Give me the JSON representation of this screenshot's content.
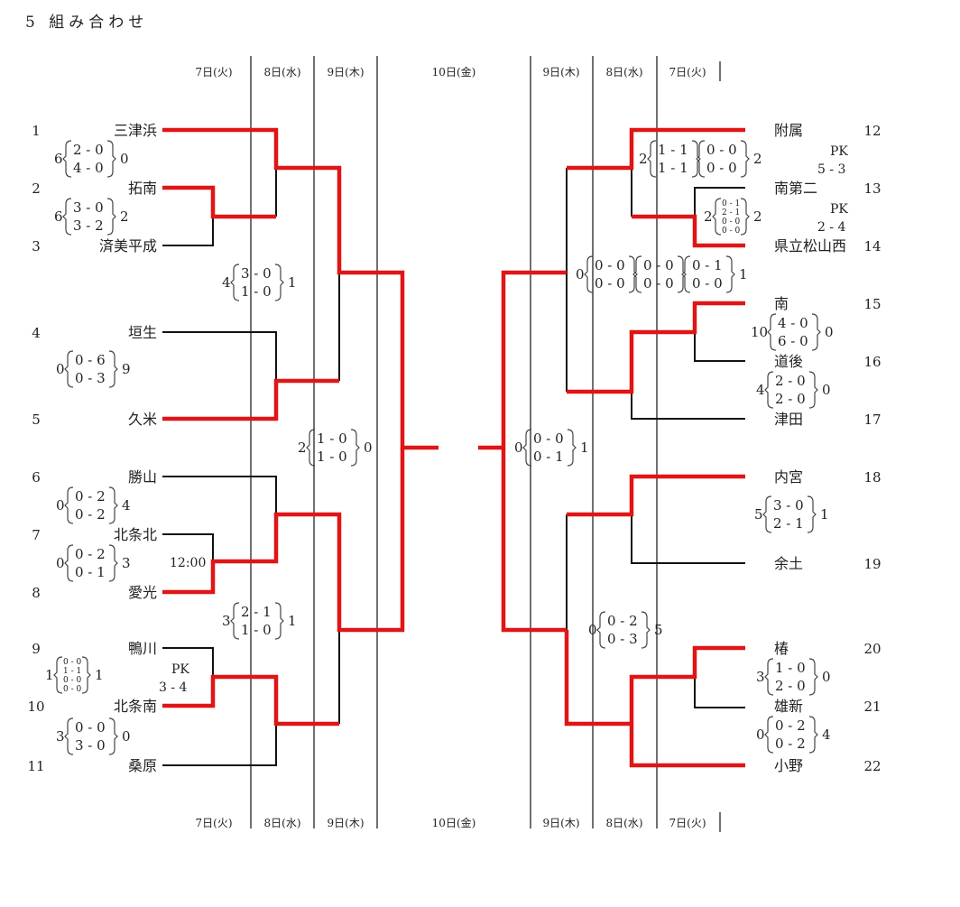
{
  "title": "5 組み合わせ",
  "days_left": [
    "7日(火)",
    "8日(水)",
    "9日(木)"
  ],
  "days_right": [
    "9日(木)",
    "8日(水)",
    "7日(火)"
  ],
  "final_day": "10日(金)",
  "teams": [
    {
      "seed": "1",
      "name": "三津浜"
    },
    {
      "seed": "2",
      "name": "拓南"
    },
    {
      "seed": "3",
      "name": "済美平成"
    },
    {
      "seed": "4",
      "name": "垣生"
    },
    {
      "seed": "5",
      "name": "久米"
    },
    {
      "seed": "6",
      "name": "勝山"
    },
    {
      "seed": "7",
      "name": "北条北"
    },
    {
      "seed": "8",
      "name": "愛光"
    },
    {
      "seed": "9",
      "name": "鴨川"
    },
    {
      "seed": "10",
      "name": "北条南"
    },
    {
      "seed": "11",
      "name": "桑原"
    },
    {
      "seed": "12",
      "name": "附属"
    },
    {
      "seed": "13",
      "name": "南第二"
    },
    {
      "seed": "14",
      "name": "県立松山西"
    },
    {
      "seed": "15",
      "name": "南"
    },
    {
      "seed": "16",
      "name": "道後"
    },
    {
      "seed": "17",
      "name": "津田"
    },
    {
      "seed": "18",
      "name": "内宮"
    },
    {
      "seed": "19",
      "name": "余土"
    },
    {
      "seed": "20",
      "name": "椿"
    },
    {
      "seed": "21",
      "name": "雄新"
    },
    {
      "seed": "22",
      "name": "小野"
    }
  ],
  "scores": [
    {
      "id": "m1_3",
      "left": "6",
      "groups": [
        [
          "2 - 0",
          "4 - 0"
        ]
      ],
      "right": "0"
    },
    {
      "id": "m2_3",
      "left": "6",
      "groups": [
        [
          "3 - 0",
          "3 - 2"
        ]
      ],
      "right": "2"
    },
    {
      "id": "m_sf1",
      "left": "4",
      "groups": [
        [
          "3 - 0",
          "1 - 0"
        ]
      ],
      "right": "1"
    },
    {
      "id": "m4_5",
      "left": "0",
      "groups": [
        [
          "0 - 6",
          "0 - 3"
        ]
      ],
      "right": "9"
    },
    {
      "id": "m_left_semi",
      "left": "2",
      "groups": [
        [
          "1 - 0",
          "1 - 0"
        ]
      ],
      "right": "0"
    },
    {
      "id": "m6_78",
      "left": "0",
      "groups": [
        [
          "0 - 2",
          "0 - 2"
        ]
      ],
      "right": "4"
    },
    {
      "id": "m7_8",
      "left": "0",
      "groups": [
        [
          "0 - 2",
          "0 - 1"
        ]
      ],
      "right": "3"
    },
    {
      "id": "m_sf2",
      "left": "3",
      "groups": [
        [
          "2 - 1",
          "1 - 0"
        ]
      ],
      "right": "1"
    },
    {
      "id": "m9_10",
      "left": "1",
      "groups": [
        [
          "0 - 0",
          "1 - 1",
          "0 - 0",
          "0 - 0"
        ]
      ],
      "right": "1",
      "small": true
    },
    {
      "id": "m10_11",
      "left": "3",
      "groups": [
        [
          "0 - 0",
          "3 - 0"
        ]
      ],
      "right": "0"
    },
    {
      "id": "m12_13",
      "left": "2",
      "groups": [
        [
          "1 - 1",
          "1 - 1"
        ],
        [
          "0 - 0",
          "0 - 0"
        ]
      ],
      "right": "2"
    },
    {
      "id": "m13_14",
      "left": "2",
      "groups": [
        [
          "0 - 1",
          "2 - 1",
          "0 - 0",
          "0 - 0"
        ]
      ],
      "right": "2",
      "small": true
    },
    {
      "id": "m_rsf1",
      "left": "0",
      "groups": [
        [
          "0 - 0",
          "0 - 0"
        ],
        [
          "0 - 0",
          "0 - 0"
        ],
        [
          "0 - 1",
          "0 - 0"
        ]
      ],
      "right": "1"
    },
    {
      "id": "m15_16",
      "left": "10",
      "groups": [
        [
          "4 - 0",
          "6 - 0"
        ]
      ],
      "right": "0"
    },
    {
      "id": "m16_17",
      "left": "4",
      "groups": [
        [
          "2 - 0",
          "2 - 0"
        ]
      ],
      "right": "0"
    },
    {
      "id": "m_right_semi",
      "left": "0",
      "groups": [
        [
          "0 - 0",
          "0 - 1"
        ]
      ],
      "right": "1"
    },
    {
      "id": "m18_19",
      "left": "5",
      "groups": [
        [
          "3 - 0",
          "2 - 1"
        ]
      ],
      "right": "1"
    },
    {
      "id": "m_rsf2",
      "left": "0",
      "groups": [
        [
          "0 - 2",
          "0 - 3"
        ]
      ],
      "right": "5"
    },
    {
      "id": "m20_21",
      "left": "3",
      "groups": [
        [
          "1 - 0",
          "2 - 0"
        ]
      ],
      "right": "0"
    },
    {
      "id": "m21_22",
      "left": "0",
      "groups": [
        [
          "0 - 2",
          "0 - 2"
        ]
      ],
      "right": "4"
    }
  ],
  "notes": {
    "time_7_8": "12:00",
    "pk_9_10_label": "PK",
    "pk_9_10_score": "3 - 4",
    "pk_12_13_label": "PK",
    "pk_12_13_score": "5 - 3",
    "pk_13_14_label": "PK",
    "pk_13_14_score": "2 - 4"
  },
  "colors": {
    "winner_line": "#e01515",
    "line": "#111111"
  }
}
